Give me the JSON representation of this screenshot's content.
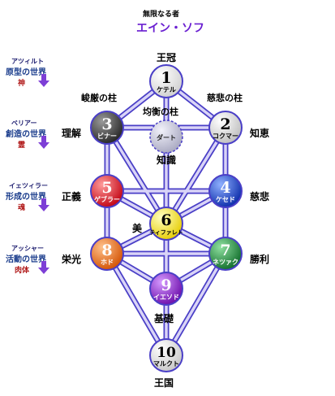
{
  "header": {
    "subtitle": "無限なる者",
    "title": "エイン・ソフ"
  },
  "worlds": [
    {
      "kana": "アツィルト",
      "name": "原型の世界",
      "element": "神"
    },
    {
      "kana": "ベリアー",
      "name": "創造の世界",
      "element": "霊"
    },
    {
      "kana": "イェツィラー",
      "name": "形成の世界",
      "element": "魂"
    },
    {
      "kana": "アッシャー",
      "name": "活動の世界",
      "element": "肉体"
    }
  ],
  "pillars": {
    "severity": "峻厳の柱",
    "mercy": "慈悲の柱",
    "balance": "均衡の柱"
  },
  "sephiroth": [
    {
      "num": "1",
      "name": "ケテル",
      "label": "王冠"
    },
    {
      "num": "2",
      "name": "コクマー",
      "label": "知恵"
    },
    {
      "num": "3",
      "name": "ビナー",
      "label": "理解"
    },
    {
      "num": "4",
      "name": "ケセド",
      "label": "慈悲"
    },
    {
      "num": "5",
      "name": "ゲブラー",
      "label": "正義"
    },
    {
      "num": "6",
      "name": "ティファレト",
      "label": "美"
    },
    {
      "num": "7",
      "name": "ネツァク",
      "label": "勝利"
    },
    {
      "num": "8",
      "name": "ホド",
      "label": "栄光"
    },
    {
      "num": "9",
      "name": "イエソド",
      "label": "基礎"
    },
    {
      "num": "10",
      "name": "マルクト",
      "label": "王国"
    }
  ],
  "daath": {
    "name": "ダート",
    "label": "知識"
  },
  "colors": {
    "path_fill": "#d9d4f7",
    "path_stroke": "#4a3fc7",
    "world_arrow": "#7d3fd6",
    "s1": "#f4f4f4",
    "s2": "#ececec",
    "s3": "#444444",
    "s4": "#1a3fd4",
    "s5": "#e01a2a",
    "s6": "#f2e400",
    "s7": "#1a8a3a",
    "s8": "#f06a12",
    "s9": "#8a1ad4",
    "s10": "#f4f4f4",
    "daath": "#c9c9d8"
  }
}
